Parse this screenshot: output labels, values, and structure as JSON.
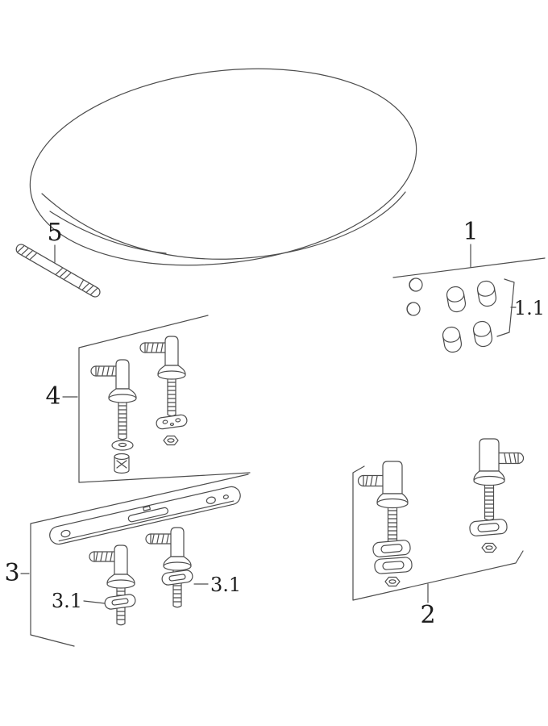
{
  "diagram": {
    "type": "exploded-parts-diagram",
    "subject": "toilet seat with mounting hardware",
    "background_color": "#ffffff",
    "line_color": "#4d4d4d",
    "label_color": "#1c1c1c",
    "labels": {
      "part_1": "1",
      "part_1_1": "1.1",
      "part_2": "2",
      "part_3": "3",
      "part_3_1_left": "3.1",
      "part_3_1_right": "3.1",
      "part_4": "4",
      "part_5": "5"
    }
  }
}
